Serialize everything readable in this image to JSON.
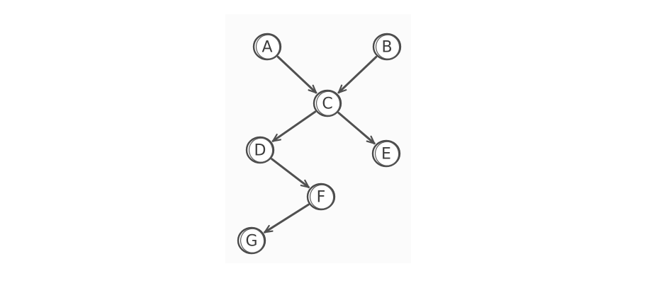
{
  "graph": {
    "nodes": [
      {
        "id": "A",
        "label": "A"
      },
      {
        "id": "B",
        "label": "B"
      },
      {
        "id": "C",
        "label": "C"
      },
      {
        "id": "D",
        "label": "D"
      },
      {
        "id": "E",
        "label": "E"
      },
      {
        "id": "F",
        "label": "F"
      },
      {
        "id": "G",
        "label": "G"
      }
    ],
    "edges": [
      {
        "from": "A",
        "to": "C"
      },
      {
        "from": "B",
        "to": "C"
      },
      {
        "from": "C",
        "to": "D"
      },
      {
        "from": "C",
        "to": "E"
      },
      {
        "from": "D",
        "to": "F"
      },
      {
        "from": "F",
        "to": "G"
      }
    ]
  }
}
